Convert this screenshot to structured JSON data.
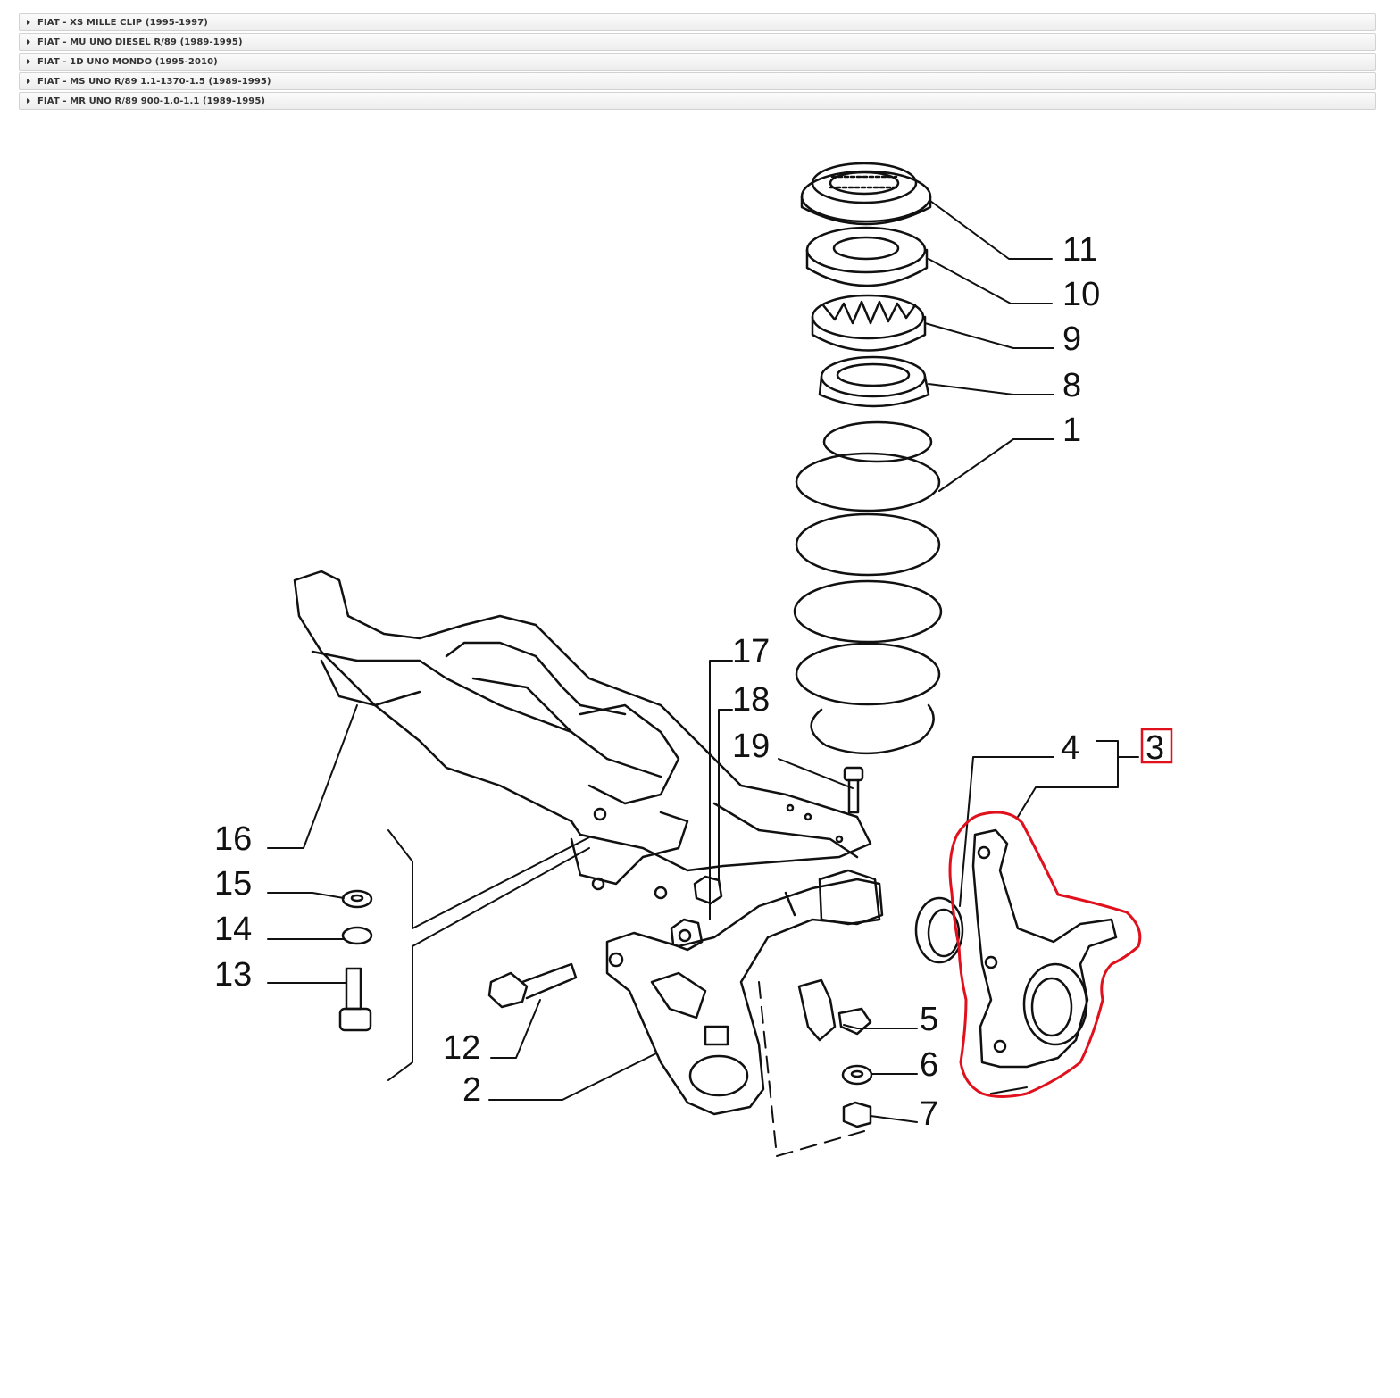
{
  "accordion": {
    "items": [
      {
        "label": "FIAT - XS MILLE CLIP (1995-1997)"
      },
      {
        "label": "FIAT - MU UNO DIESEL R/89 (1989-1995)"
      },
      {
        "label": "FIAT - 1D UNO MONDO (1995-2010)"
      },
      {
        "label": "FIAT - MS UNO R/89 1.1-1370-1.5 (1989-1995)"
      },
      {
        "label": "FIAT - MR UNO R/89 900-1.0-1.1 (1989-1995)"
      }
    ]
  },
  "diagram": {
    "callouts": {
      "c1": "1",
      "c2": "2",
      "c3": "3",
      "c4": "4",
      "c5": "5",
      "c6": "6",
      "c7": "7",
      "c8": "8",
      "c9": "9",
      "c10": "10",
      "c11": "11",
      "c12": "12",
      "c13": "13",
      "c14": "14",
      "c15": "15",
      "c16": "16",
      "c17": "17",
      "c18": "18",
      "c19": "19"
    },
    "highlight_color": "#e0101c"
  }
}
